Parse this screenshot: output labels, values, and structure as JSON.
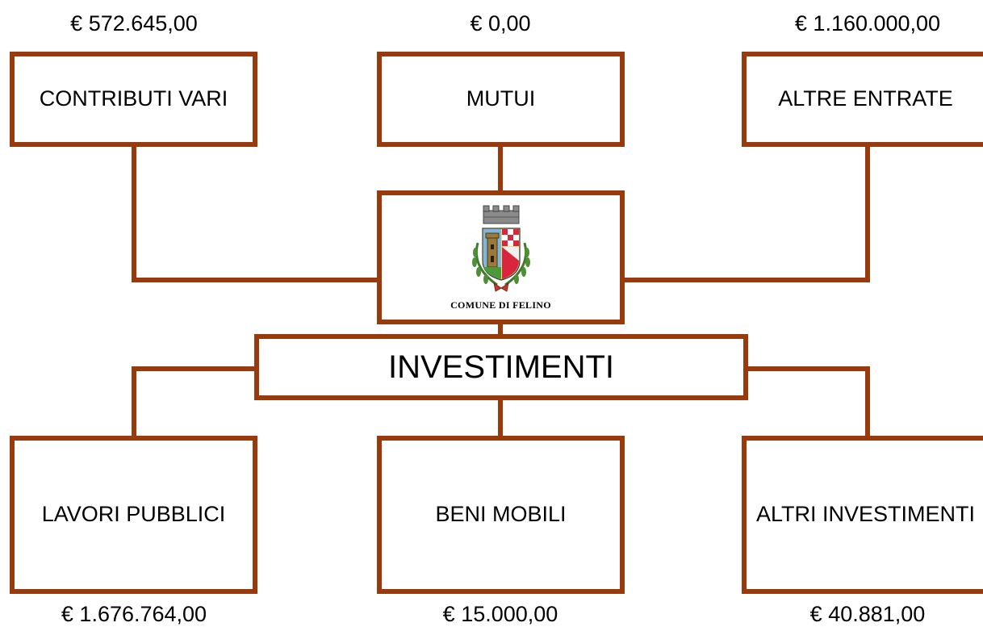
{
  "sources": [
    {
      "label": "CONTRIBUTI VARI",
      "amount": "€ 572.645,00"
    },
    {
      "label": "MUTUI",
      "amount": "€ 0,00"
    },
    {
      "label": "ALTRE ENTRATE",
      "amount": "€ 1.160.000,00"
    }
  ],
  "center": {
    "logo_text": "COMUNE DI FELINO",
    "title": "INVESTIMENTI"
  },
  "uses": [
    {
      "label": "LAVORI PUBBLICI",
      "amount": "€ 1.676.764,00"
    },
    {
      "label": "BENI MOBILI",
      "amount": "€ 15.000,00"
    },
    {
      "label": "ALTRI INVESTIMENTI",
      "amount": "€ 40.881,00"
    }
  ],
  "colors": {
    "border": "#983a0c"
  },
  "icons": [
    "coat-of-arms-icon"
  ]
}
